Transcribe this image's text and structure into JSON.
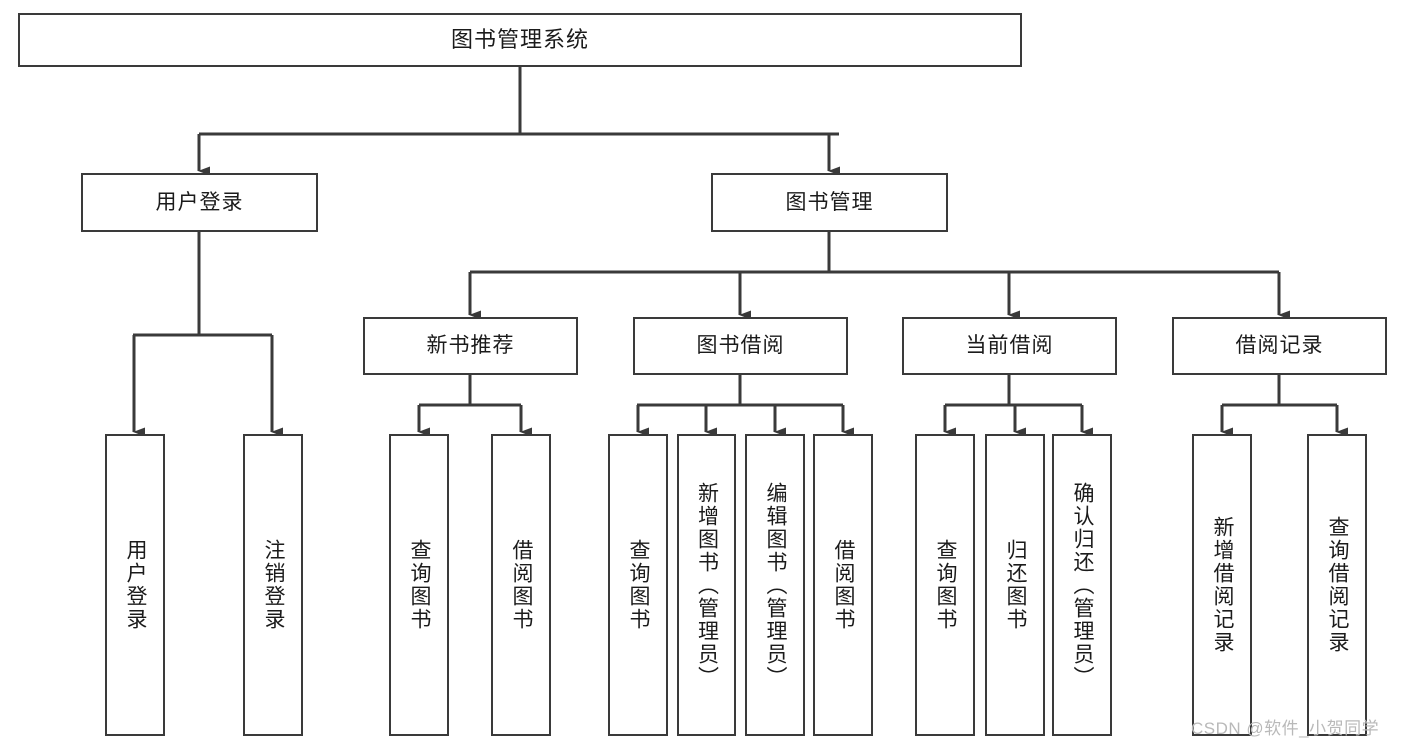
{
  "diagram": {
    "title": "图书管理系统",
    "type": "tree-structure-chart",
    "colors": {
      "stroke": "#3a3a3a",
      "fill": "#ffffff",
      "text": "#1b1b1b",
      "watermark": "#b9b9b9"
    },
    "root": {
      "label": "图书管理系统"
    },
    "level2": [
      {
        "label": "用户登录"
      },
      {
        "label": "图书管理"
      }
    ],
    "level3": [
      {
        "label": "新书推荐"
      },
      {
        "label": "图书借阅"
      },
      {
        "label": "当前借阅"
      },
      {
        "label": "借阅记录"
      }
    ],
    "leaves": [
      {
        "label": "用户登录",
        "parent": "用户登录"
      },
      {
        "label": "注销登录",
        "parent": "用户登录"
      },
      {
        "label": "查询图书",
        "parent": "新书推荐"
      },
      {
        "label": "借阅图书",
        "parent": "新书推荐"
      },
      {
        "label": "查询图书",
        "parent": "图书借阅"
      },
      {
        "label": "新增图书（管理员）",
        "parent": "图书借阅"
      },
      {
        "label": "编辑图书（管理员）",
        "parent": "图书借阅"
      },
      {
        "label": "借阅图书",
        "parent": "图书借阅"
      },
      {
        "label": "查询图书",
        "parent": "当前借阅"
      },
      {
        "label": "归还图书",
        "parent": "当前借阅"
      },
      {
        "label": "确认归还（管理员）",
        "parent": "当前借阅"
      },
      {
        "label": "新增借阅记录",
        "parent": "借阅记录"
      },
      {
        "label": "查询借阅记录",
        "parent": "借阅记录"
      }
    ],
    "watermark": "CSDN @软件_小贺同学"
  }
}
